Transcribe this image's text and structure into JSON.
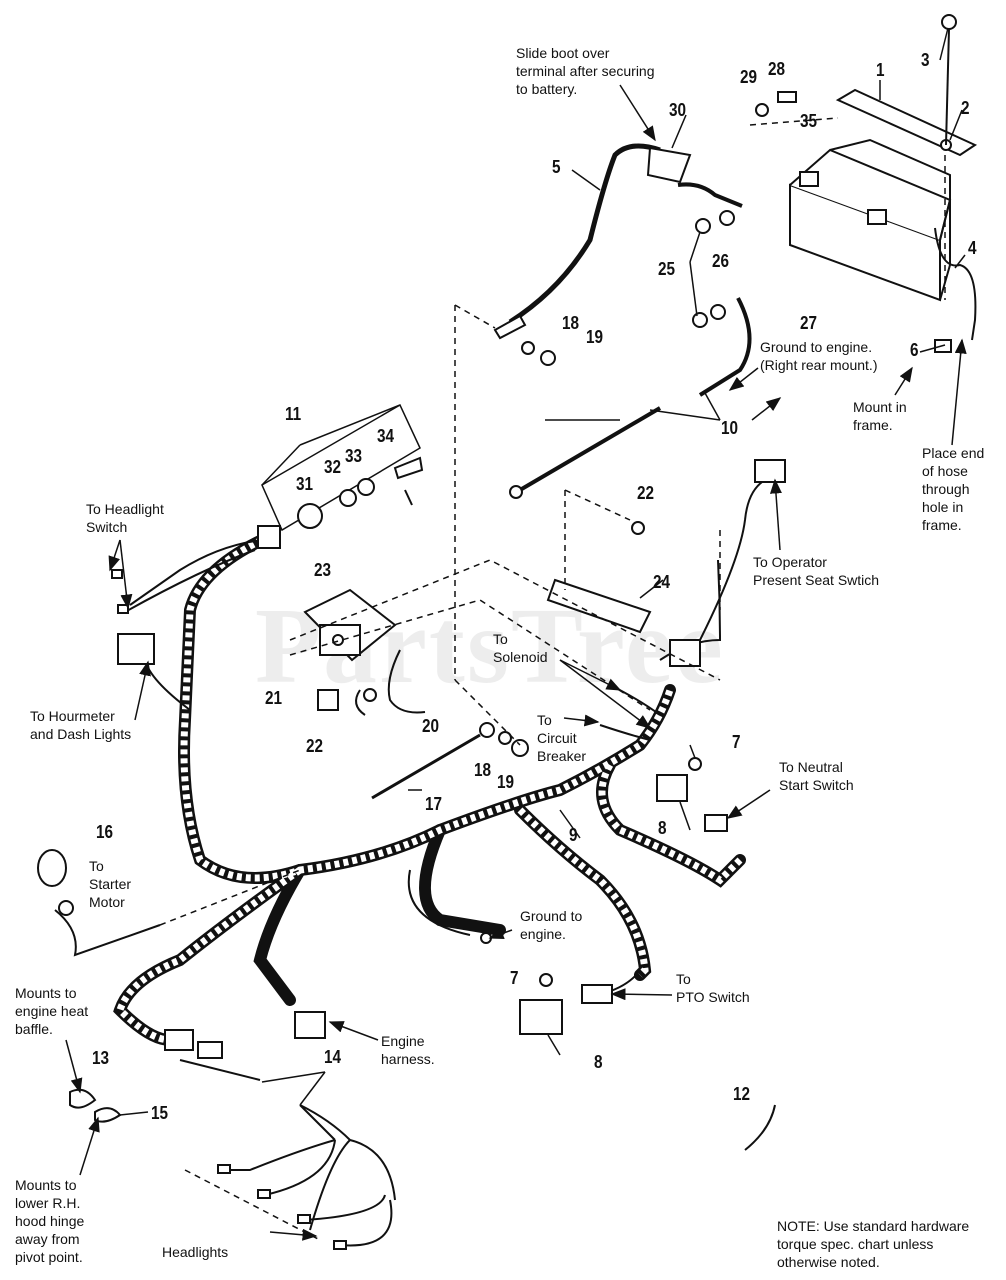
{
  "watermark": "PartsTree",
  "labels": {
    "slide_boot": "Slide boot over\nterminal after securing\nto battery.",
    "ground_right_rear": "Ground to engine.\n(Right rear mount.)",
    "mount_in_frame": "Mount in\nframe.",
    "place_end_hose": "Place end\nof hose\nthrough\nhole in\nframe.",
    "to_headlight_switch": "To Headlight\nSwitch",
    "to_operator_seat": "To Operator\nPresent Seat Swtich",
    "to_solenoid": "To\nSolenoid",
    "to_hourmeter": "To Hourmeter\nand Dash Lights",
    "to_circuit_breaker": "To\nCircuit\nBreaker",
    "to_neutral_start": "To Neutral\nStart Switch",
    "to_starter_motor": "To\nStarter\nMotor",
    "ground_to_engine": "Ground to\nengine.",
    "to_pto_switch": "To\nPTO Switch",
    "mounts_heat_baffle": "Mounts to\nengine heat\nbaffle.",
    "engine_harness": "Engine\nharness.",
    "mounts_lower_rh": "Mounts to\nlower R.H.\nhood hinge\naway from\npivot point.",
    "headlights": "Headlights",
    "note": "NOTE: Use standard hardware\ntorque spec. chart unless\notherwise noted."
  },
  "part_numbers": {
    "p1": "1",
    "p2": "2",
    "p3": "3",
    "p4": "4",
    "p5": "5",
    "p6": "6",
    "p7a": "7",
    "p7b": "7",
    "p8a": "8",
    "p8b": "8",
    "p9": "9",
    "p10": "10",
    "p11": "11",
    "p12": "12",
    "p13": "13",
    "p14": "14",
    "p15": "15",
    "p16": "16",
    "p17": "17",
    "p18a": "18",
    "p18b": "18",
    "p19a": "19",
    "p19b": "19",
    "p20": "20",
    "p21": "21",
    "p22a": "22",
    "p22b": "22",
    "p23": "23",
    "p24": "24",
    "p25": "25",
    "p26": "26",
    "p27": "27",
    "p28": "28",
    "p29": "29",
    "p30": "30",
    "p31": "31",
    "p32": "32",
    "p33": "33",
    "p34": "34",
    "p35": "35"
  }
}
